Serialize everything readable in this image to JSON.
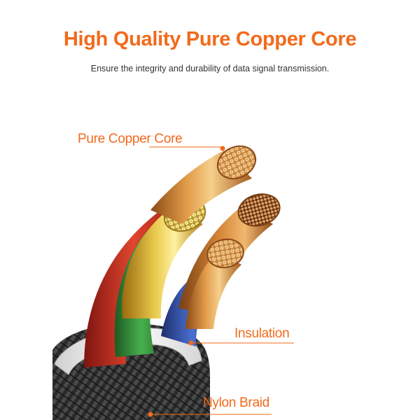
{
  "header": {
    "title": "High Quality Pure Copper Core",
    "subtitle": "Ensure the integrity and durability of data signal transmission."
  },
  "callouts": {
    "copper_core": "Pure Copper Core",
    "insulation": "Insulation",
    "nylon_braid": "Nylon Braid"
  },
  "colors": {
    "accent": "#f26a1b",
    "copper": "#c9762a",
    "copper_light": "#f2c27a",
    "wire_red": "#d93a2a",
    "wire_green": "#2f9a3c",
    "wire_blue": "#3553a8",
    "jacket_white": "#f4f4f4",
    "braid_dark": "#2b2b2b"
  }
}
